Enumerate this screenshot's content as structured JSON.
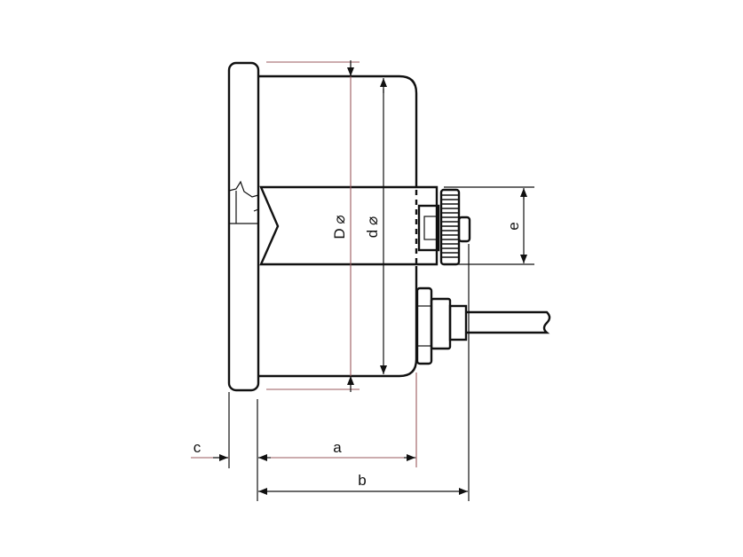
{
  "diagram": {
    "labels": {
      "outer_diameter": "D ⌀",
      "inner_diameter": "d ⌀",
      "knob_height": "e",
      "case_depth": "a",
      "total_depth": "b",
      "bezel_thickness": "c"
    },
    "colors": {
      "outline": "#111111",
      "dimension_line": "#9a5a5e"
    }
  }
}
